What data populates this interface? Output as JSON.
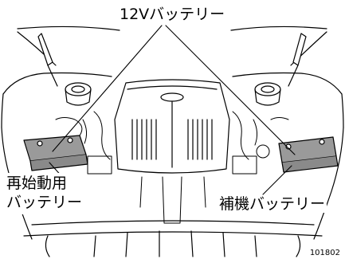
{
  "labels": {
    "battery_12v": "12Vバッテリー",
    "restart_battery_line1": "再始動用",
    "restart_battery_line2": "バッテリー",
    "aux_battery": "補機バッテリー"
  },
  "figure_code": "101802"
}
